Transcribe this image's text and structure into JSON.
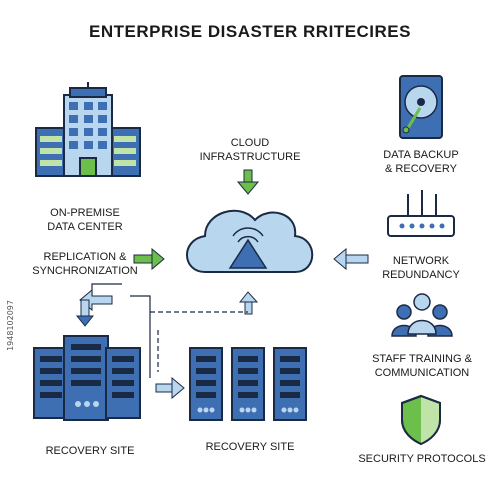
{
  "title": "ENTERPRISE DISASTER RRITECIRES",
  "nodes": {
    "on_premise": {
      "line1": "ON-PREMISE",
      "line2": "DATA CENTER"
    },
    "replication": {
      "line1": "REPLICATION &",
      "line2": "SYNCHRONIZATION"
    },
    "cloud": {
      "line1": "CLOUD",
      "line2": "INFRASTRUCTURE"
    },
    "recovery_site_left": {
      "label": "RECOVERY SITE"
    },
    "recovery_site_center": {
      "label": "RECOVERY SITE"
    },
    "data_backup": {
      "line1": "DATA BACKUP",
      "line2": "& RECOVERY"
    },
    "network": {
      "line1": "NETWORK",
      "line2": "REDUNDANCY"
    },
    "staff": {
      "line1": "STAFF TRAINING &",
      "line2": "COMMUNICATION"
    },
    "security": {
      "label": "SECURITY PROTOCOLS"
    }
  },
  "watermark": "1948102097",
  "colors": {
    "outline": "#1b2a44",
    "blue": "#3f6fb3",
    "light_blue": "#b9d6ef",
    "green": "#6cbf4a",
    "green_light": "#bfe3a8"
  },
  "icons": [
    "building-icon",
    "cloud-icon",
    "server-rack-icon",
    "hard-drive-icon",
    "router-icon",
    "people-icon",
    "shield-icon"
  ]
}
